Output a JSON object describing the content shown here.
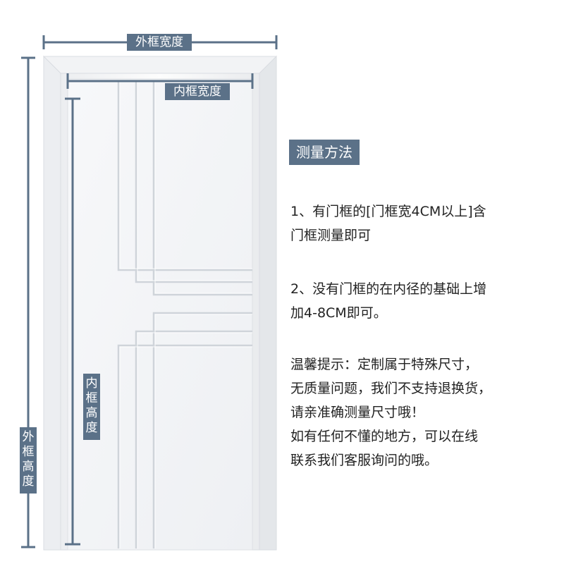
{
  "labels": {
    "outer_width": "外框宽度",
    "inner_width": "内框宽度",
    "inner_height": "内框高度",
    "outer_height": "外框高度"
  },
  "method": {
    "title": "测量方法",
    "item1_line1": "1、有门框的[门框宽4CM以上]含",
    "item1_line2": "门框测量即可",
    "item2_line1": "2、没有门框的在内径的基础上增",
    "item2_line2": "加4-8CM即可。",
    "tip_line1": "温馨提示：定制属于特殊尺寸，",
    "tip_line2": "无质量问题，我们不支持退换货，",
    "tip_line3": "请亲准确测量尺寸哦！",
    "tip_line4": "如有任何不懂的地方，可以在线",
    "tip_line5": "联系我们客服询问的哦。"
  },
  "colors": {
    "dimension_line": "#5b7188",
    "door": "#f4f5f7",
    "frame": "#fafafa"
  }
}
